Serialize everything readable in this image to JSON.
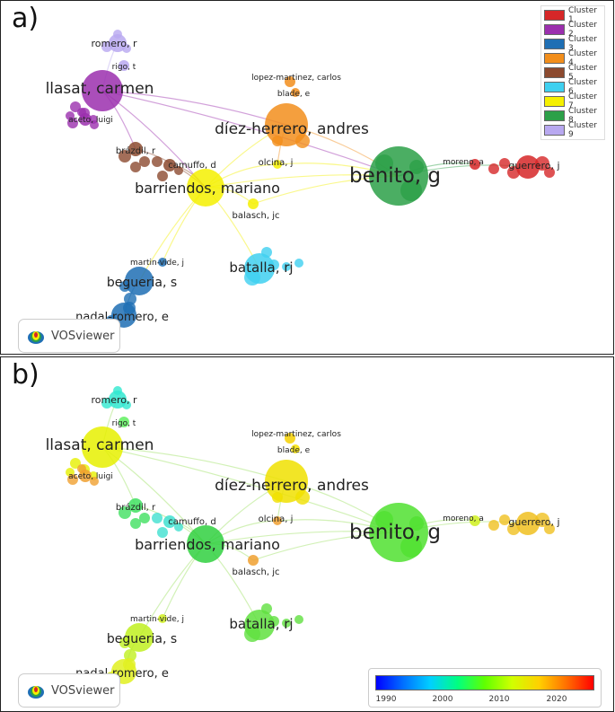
{
  "panels": [
    {
      "label": "a)"
    },
    {
      "label": "b)"
    }
  ],
  "legend": {
    "items": [
      {
        "label": "Cluster 1",
        "color": "#d62728"
      },
      {
        "label": "Cluster 2",
        "color": "#9b2fae"
      },
      {
        "label": "Cluster 3",
        "color": "#1f6fb4"
      },
      {
        "label": "Cluster 4",
        "color": "#f28e1c"
      },
      {
        "label": "Cluster 5",
        "color": "#8c4a2f"
      },
      {
        "label": "Cluster 6",
        "color": "#3fd0f0"
      },
      {
        "label": "Cluster 7",
        "color": "#f5f000"
      },
      {
        "label": "Cluster 8",
        "color": "#2ca048"
      },
      {
        "label": "Cluster 9",
        "color": "#b8a8f0"
      }
    ]
  },
  "nodes": [
    {
      "label": "romero, r",
      "cluster": 9,
      "year_color": "#30e8d0"
    },
    {
      "label": "rigo, t",
      "cluster": 9,
      "year_color": "#60f060"
    },
    {
      "label": "llasat, carmen",
      "cluster": 2,
      "year_color": "#e6f000"
    },
    {
      "label": "aceto, luigi",
      "cluster": 2,
      "year_color": "#f0a030"
    },
    {
      "label": "brázdil, r",
      "cluster": 5,
      "year_color": "#40e060"
    },
    {
      "label": "camuffo, d",
      "cluster": 5,
      "year_color": "#40e0d0"
    },
    {
      "label": "lopez-martinez, carlos",
      "cluster": 4,
      "year_color": "#f5d000"
    },
    {
      "label": "blade, e",
      "cluster": 4,
      "year_color": "#f5e000"
    },
    {
      "label": "díez-herrero, andres",
      "cluster": 4,
      "year_color": "#f0e000"
    },
    {
      "label": "olcina, j",
      "cluster": 7,
      "year_color": "#f0a030"
    },
    {
      "label": "barriendos, mariano",
      "cluster": 7,
      "year_color": "#30d040"
    },
    {
      "label": "balasch, jc",
      "cluster": 7,
      "year_color": "#f0a030"
    },
    {
      "label": "benito, g",
      "cluster": 8,
      "year_color": "#50e030"
    },
    {
      "label": "moreno, a",
      "cluster": 1,
      "year_color": "#d0f020"
    },
    {
      "label": "guerrero, j",
      "cluster": 1,
      "year_color": "#f0c020"
    },
    {
      "label": "martin-vide, j",
      "cluster": 3,
      "year_color": "#d0f020"
    },
    {
      "label": "begueria, s",
      "cluster": 3,
      "year_color": "#c0f020"
    },
    {
      "label": "nadal-romero, e",
      "cluster": 3,
      "year_color": "#e0f020"
    },
    {
      "label": "batalla, rj",
      "cluster": 6,
      "year_color": "#60e040"
    }
  ],
  "logo": {
    "label": "VOSviewer"
  },
  "colorbar": {
    "ticks": [
      "1990",
      "2000",
      "2010",
      "2020"
    ],
    "min_year": 1986,
    "max_year": 2025
  }
}
